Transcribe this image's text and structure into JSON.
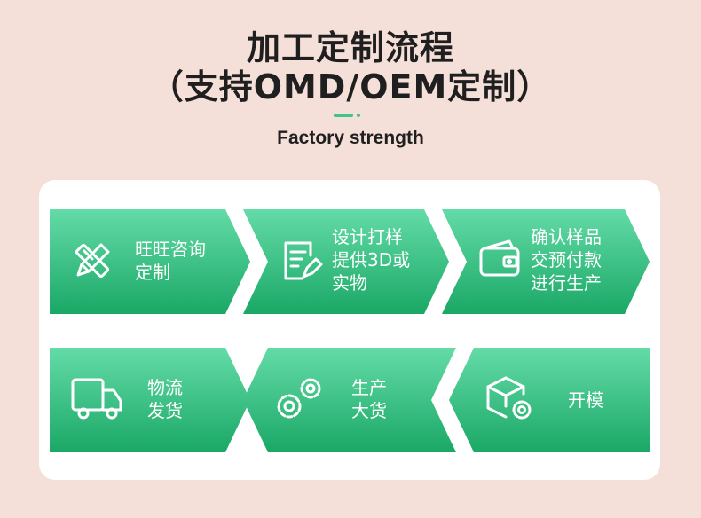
{
  "header": {
    "title_line1": "加工定制流程",
    "title_line2": "（支持OMD/OEM定制）",
    "subtitle": "Factory strength"
  },
  "colors": {
    "background": "#f5dfd9",
    "card": "#ffffff",
    "step_light": "#5fd8a4",
    "step_dark": "#1fae6e",
    "accent": "#3fc48a"
  },
  "steps": [
    {
      "lines": [
        "旺旺咨询",
        "定制"
      ],
      "icon": "pencil-ruler-icon"
    },
    {
      "lines": [
        "设计打样",
        "提供3D或",
        "实物"
      ],
      "icon": "design-document-icon"
    },
    {
      "lines": [
        "确认样品",
        "交预付款",
        "进行生产"
      ],
      "icon": "wallet-icon"
    },
    {
      "lines": [
        "物流",
        "发货"
      ],
      "icon": "delivery-truck-icon"
    },
    {
      "lines": [
        "生产",
        "大货"
      ],
      "icon": "gears-icon"
    },
    {
      "lines": [
        "开模"
      ],
      "icon": "box-gear-icon"
    }
  ]
}
